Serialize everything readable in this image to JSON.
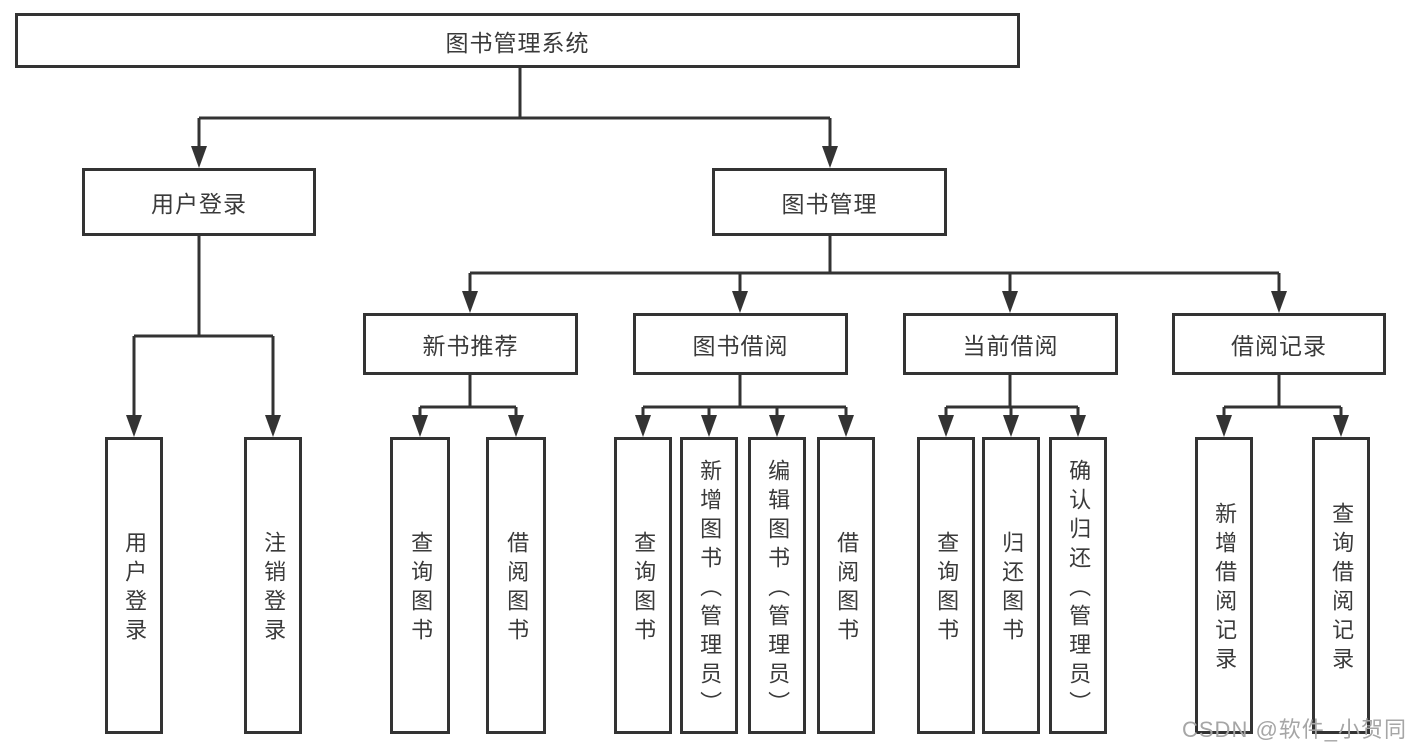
{
  "colors": {
    "line": "#333333",
    "text": "#3a3a3a",
    "watermark": "#a6a6a6",
    "bg": "#ffffff"
  },
  "tree": {
    "label": "图书管理系统",
    "children": [
      {
        "label": "用户登录",
        "children": [
          {
            "label": "用户登录"
          },
          {
            "label": "注销登录"
          }
        ]
      },
      {
        "label": "图书管理",
        "children": [
          {
            "label": "新书推荐",
            "children": [
              {
                "label": "查询图书"
              },
              {
                "label": "借阅图书"
              }
            ]
          },
          {
            "label": "图书借阅",
            "children": [
              {
                "label": "查询图书"
              },
              {
                "label": "新增图书（管理员）"
              },
              {
                "label": "编辑图书（管理员）"
              },
              {
                "label": "借阅图书"
              }
            ]
          },
          {
            "label": "当前借阅",
            "children": [
              {
                "label": "查询图书"
              },
              {
                "label": "归还图书"
              },
              {
                "label": "确认归还（管理员）"
              }
            ]
          },
          {
            "label": "借阅记录",
            "children": [
              {
                "label": "新增借阅记录"
              },
              {
                "label": "查询借阅记录"
              }
            ]
          }
        ]
      }
    ]
  },
  "watermark": {
    "text": "CSDN @软件_小贺同学"
  }
}
